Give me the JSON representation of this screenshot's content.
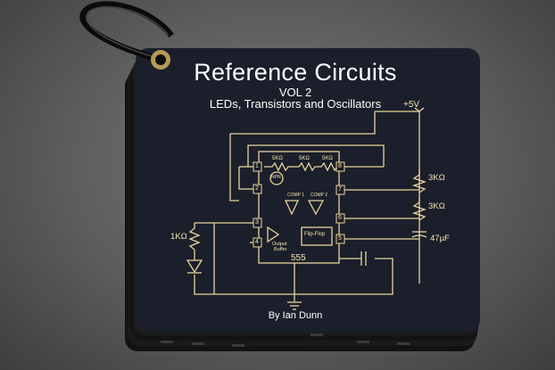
{
  "card": {
    "title": "Reference Circuits",
    "volume": "VOL 2",
    "subtitle": "LEDs, Transistors and Oscillators",
    "author": "By Ian Dunn"
  },
  "schematic": {
    "supply": "+5V",
    "r_top": "3KΩ",
    "r_mid": "3KΩ",
    "cap": "47µF",
    "r_led": "1KΩ",
    "chip": "555",
    "r_internal": [
      "5KΩ",
      "5KΩ",
      "5KΩ"
    ],
    "transistor": "NPN",
    "comparator_top": "COMP 1",
    "comparator_bottom": "COMP 2",
    "output_buffer_line1": "Output",
    "output_buffer_line2": "Buffer",
    "flipflop": "Flip-Flop",
    "pins": [
      "1",
      "2",
      "3",
      "4",
      "5",
      "6",
      "7",
      "8"
    ]
  },
  "colors": {
    "card": "#1b1f2b",
    "trace": "#e8d39a",
    "background": "#5f5f5f"
  }
}
